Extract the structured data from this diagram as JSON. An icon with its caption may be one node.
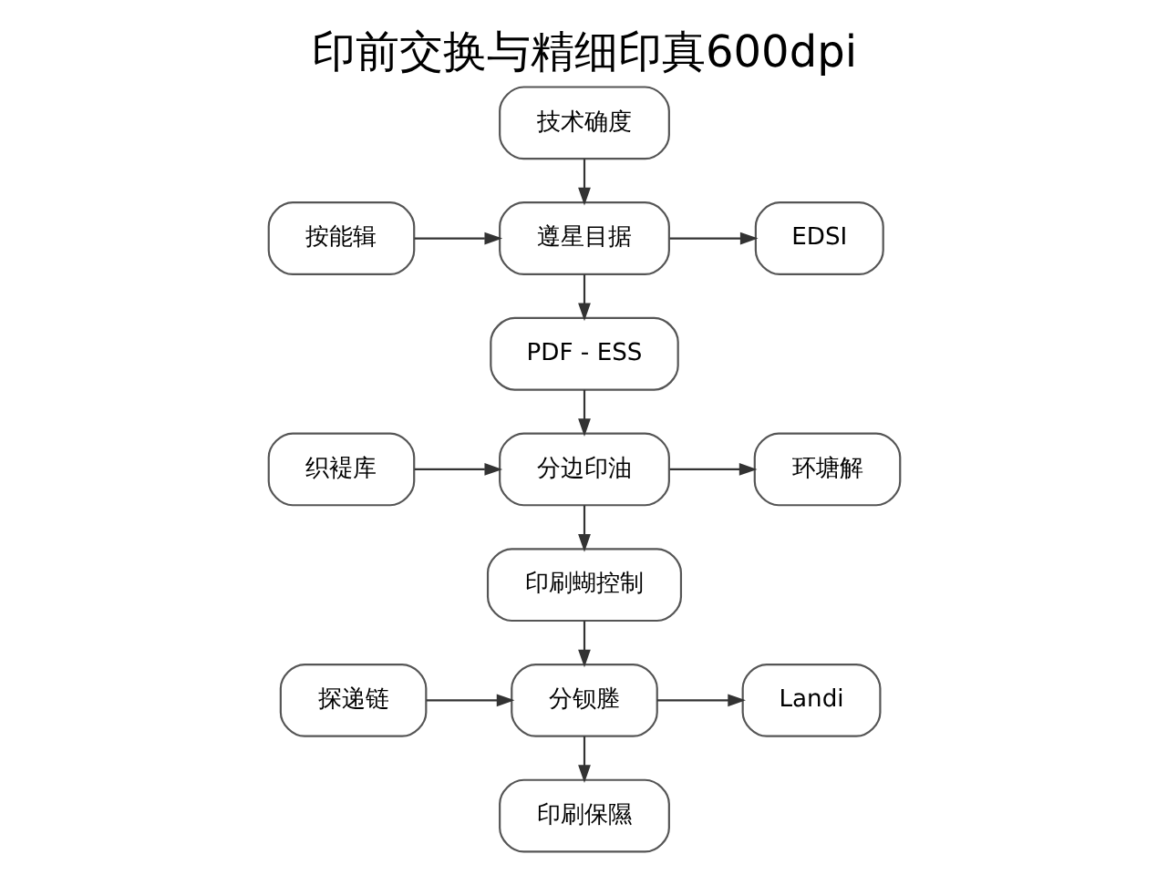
{
  "diagram": {
    "title": "印前交换与精细印真600dpi",
    "nodes": [
      {
        "text": [
          "技术确度"
        ]
      },
      {
        "text": [
          "按能辑"
        ]
      },
      {
        "text": [
          "遵星目据"
        ]
      },
      {
        "text": [
          "EDSI"
        ]
      },
      {
        "text": [
          "PDF - ESS"
        ]
      },
      {
        "text": [
          "织褆库"
        ]
      },
      {
        "text": [
          "分边印油"
        ]
      },
      {
        "text": [
          "环塘解"
        ]
      },
      {
        "text": [
          "印刷蝴控制"
        ]
      },
      {
        "text": [
          "探递链"
        ]
      },
      {
        "text": [
          "分钡塍"
        ]
      },
      {
        "text": [
          "Landi"
        ]
      },
      {
        "text": [
          "印刷保隰"
        ]
      }
    ],
    "edges": [
      {
        "from": 0,
        "to": 2,
        "arrow": "to"
      },
      {
        "from": 1,
        "to": 2,
        "arrow": "to"
      },
      {
        "from": 2,
        "to": 3,
        "arrow": "to"
      },
      {
        "from": 2,
        "to": 4,
        "arrow": "to"
      },
      {
        "from": 4,
        "to": 6,
        "arrow": "to"
      },
      {
        "from": 5,
        "to": 6,
        "arrow": "to"
      },
      {
        "from": 6,
        "to": 7,
        "arrow": "to"
      },
      {
        "from": 6,
        "to": 8,
        "arrow": "to"
      },
      {
        "from": 8,
        "to": 10,
        "arrow": "to"
      },
      {
        "from": 9,
        "to": 10,
        "arrow": "to"
      },
      {
        "from": 10,
        "to": 11,
        "arrow": "to"
      },
      {
        "from": 10,
        "to": 12,
        "arrow": "to"
      }
    ]
  }
}
